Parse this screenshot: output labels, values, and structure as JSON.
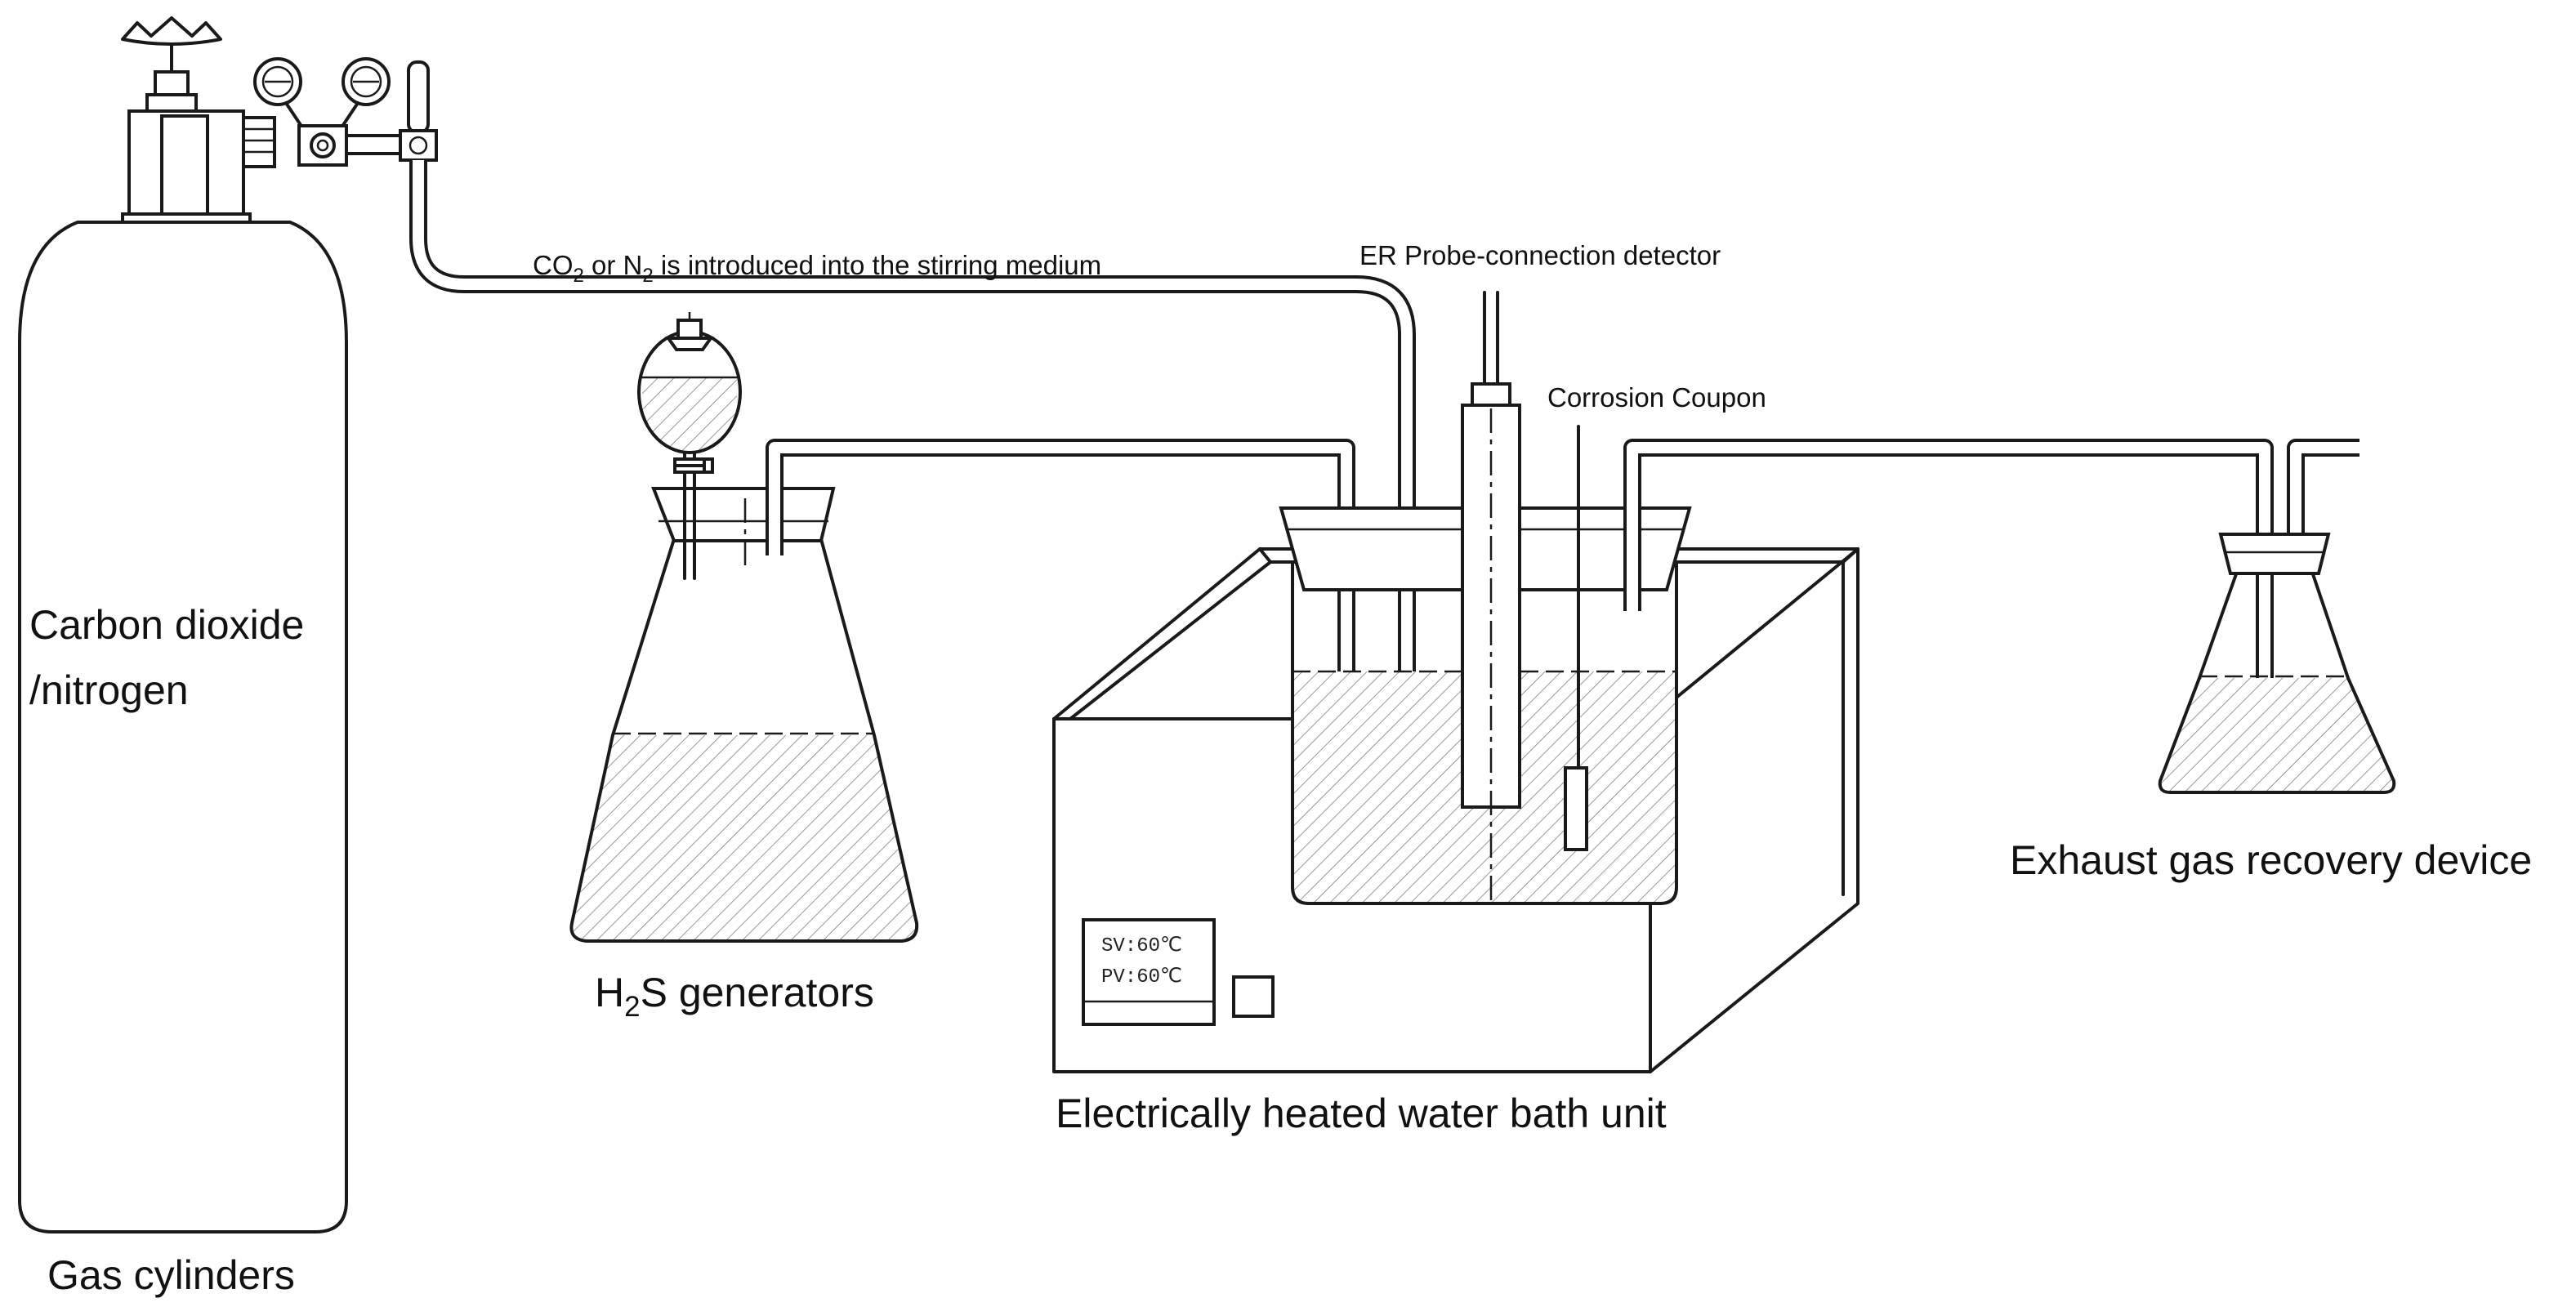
{
  "labels": {
    "gas_cylinder_content_line1": "Carbon dioxide",
    "gas_cylinder_content_line2": "/nitrogen",
    "gas_cylinders": "Gas cylinders",
    "h2s_generators_prefix": "H",
    "h2s_generators_sub": "2",
    "h2s_generators_suffix": "S generators",
    "water_bath": "Electrically heated water bath unit",
    "exhaust": "Exhaust gas recovery device",
    "er_probe": "ER Probe-connection detector",
    "corrosion_coupon": "Corrosion Coupon",
    "gas_line_part1": "CO",
    "gas_line_sub1": "2",
    "gas_line_part2": " or N",
    "gas_line_sub2": "2",
    "gas_line_part3": " is introduced into the stirring medium"
  },
  "controller": {
    "sv": "SV:60℃",
    "pv": "PV:60℃"
  }
}
